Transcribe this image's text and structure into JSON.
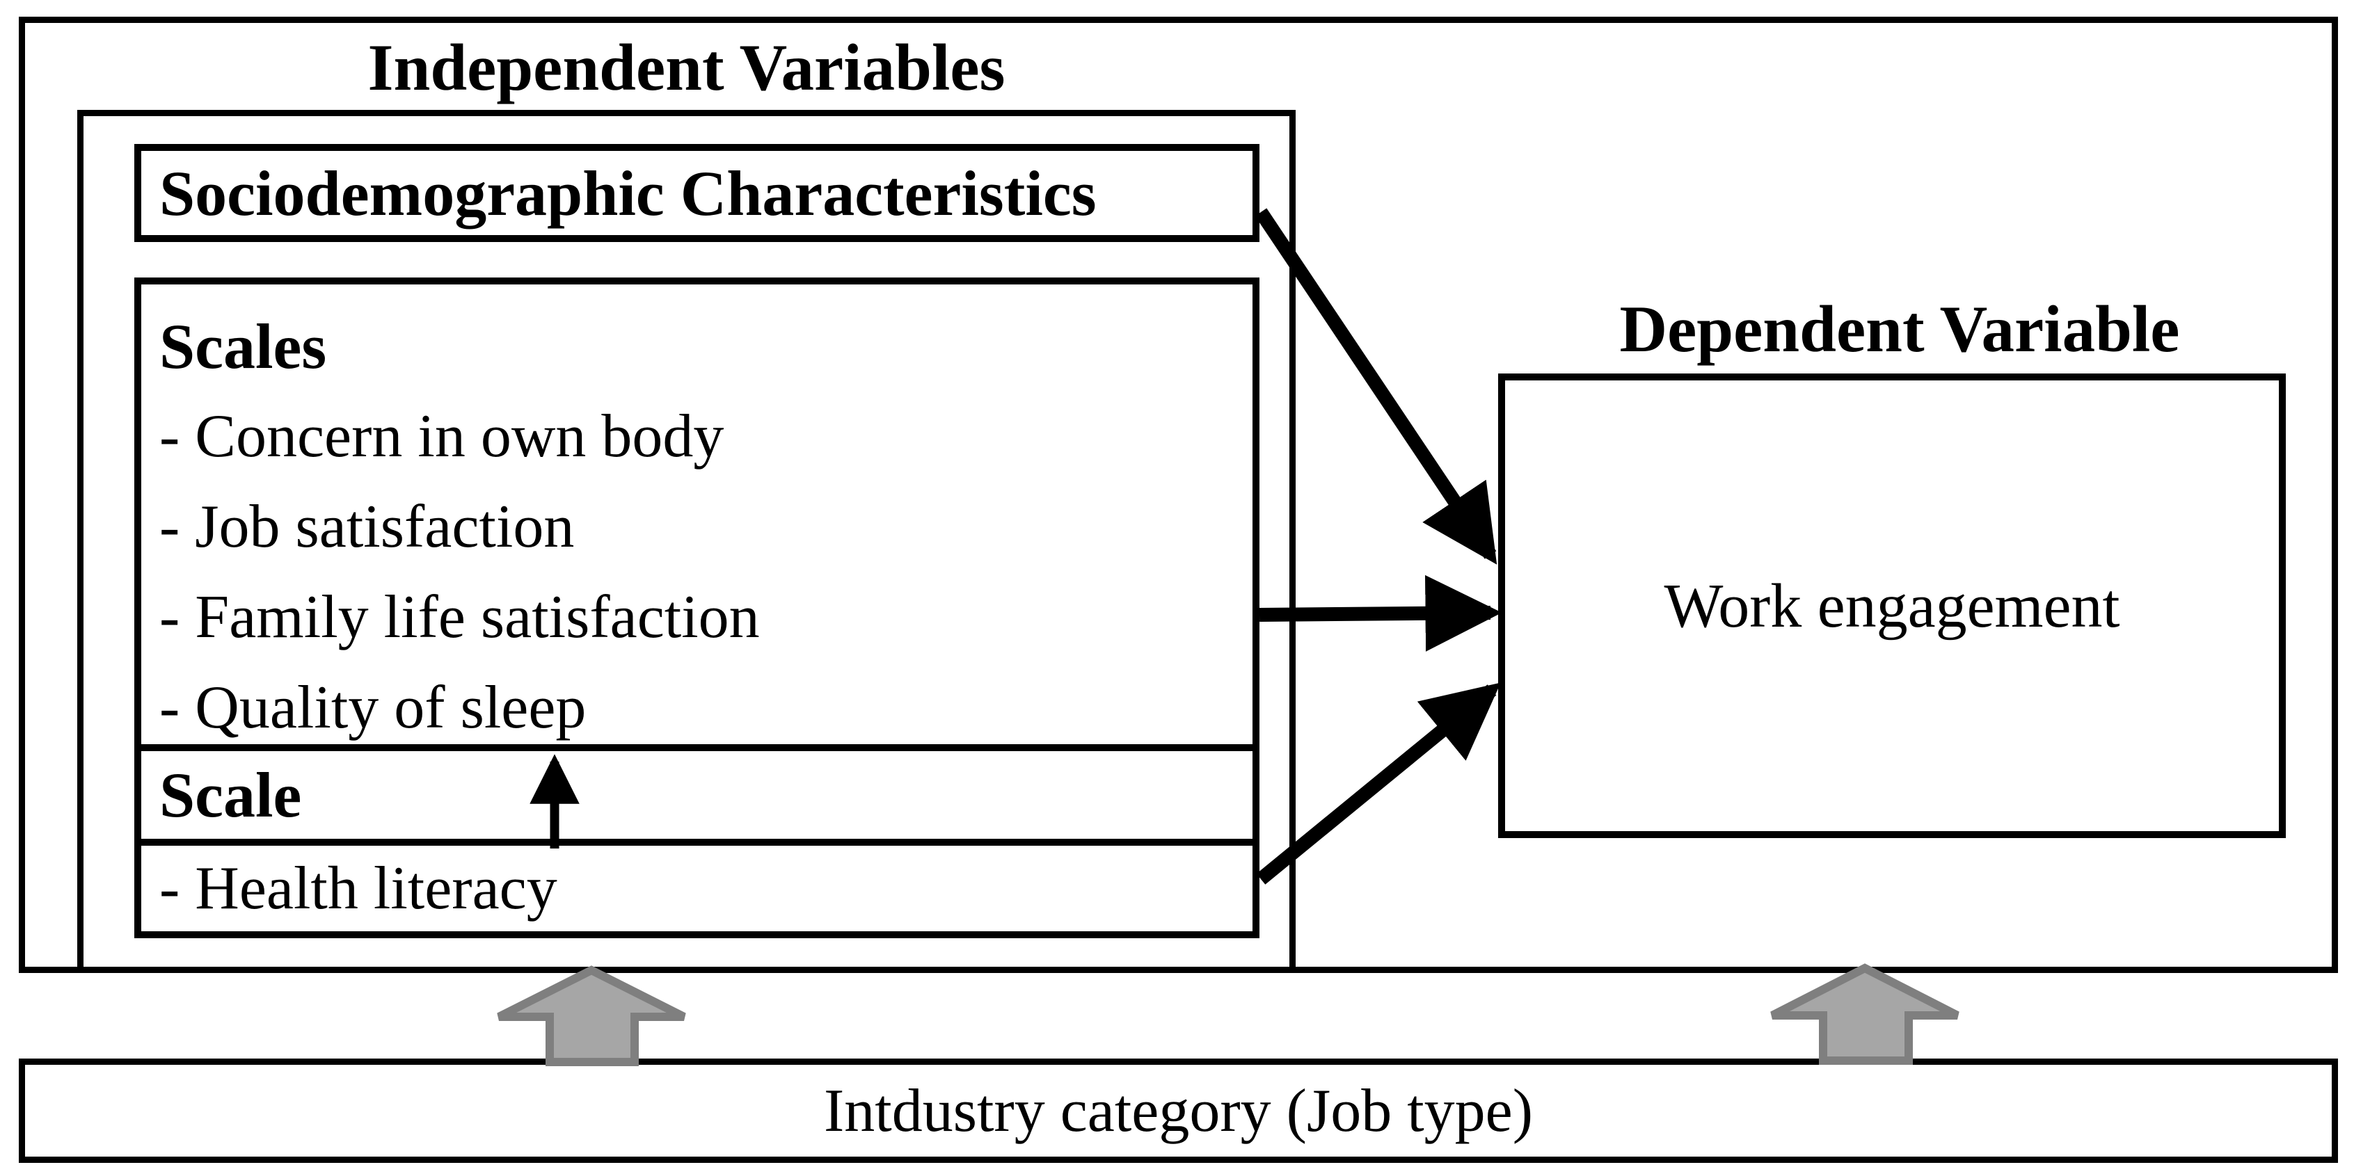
{
  "diagram": {
    "independent": {
      "title": "Independent Variables",
      "sociodemographic_label": "Sociodemographic Characteristics",
      "scales": {
        "header": "Scales",
        "items": [
          "- Concern in own body",
          "- Job satisfaction",
          "- Family life satisfaction",
          "- Quality of sleep"
        ]
      },
      "scale": {
        "header": "Scale",
        "item": "- Health literacy"
      }
    },
    "dependent": {
      "title": "Dependent Variable",
      "box_label": "Work engagement"
    },
    "moderator": {
      "label": "Intdustry category (Job type)"
    },
    "arrows": {
      "black_arrows_to_work_engagement": [
        "from-sociodemographic-characteristics",
        "from-scales",
        "from-health-literacy"
      ],
      "up_arrow": "health-literacy-to-quality-of-sleep",
      "gray_up_arrows": [
        "industry-to-independent-variables",
        "industry-to-work-engagement"
      ]
    },
    "colors": {
      "line": "#000000",
      "background": "#ffffff",
      "gray_arrow_fill": "#a6a6a6",
      "gray_arrow_border": "#7f7f7f"
    }
  }
}
